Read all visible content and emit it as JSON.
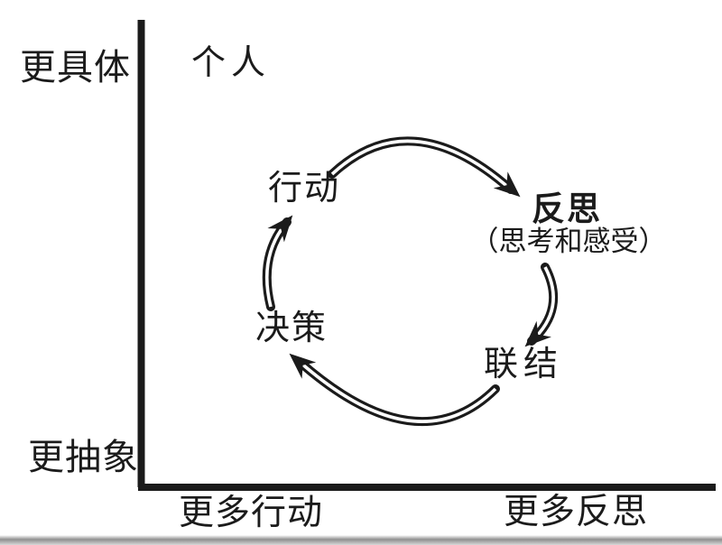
{
  "figure": {
    "type": "cycle-diagram",
    "quadrant_label": "个人",
    "axis": {
      "y_top": "更具体",
      "y_bottom": "更抽象",
      "x_left": "更多行动",
      "x_right": "更多反思"
    },
    "cycle": {
      "nodes": {
        "action": {
          "label": "行动"
        },
        "reflection": {
          "label": "反思",
          "sublabel": "（思考和感受）"
        },
        "connection": {
          "label": "联结"
        },
        "decision": {
          "label": "决策"
        }
      },
      "arrows": [
        {
          "from": "行动",
          "to": "反思"
        },
        {
          "from": "反思",
          "to": "联结"
        },
        {
          "from": "联结",
          "to": "决策"
        },
        {
          "from": "决策",
          "to": "行动"
        }
      ],
      "direction": "clockwise"
    },
    "colors": {
      "ink": "#1b1b1b",
      "background": "#ffffff"
    }
  }
}
